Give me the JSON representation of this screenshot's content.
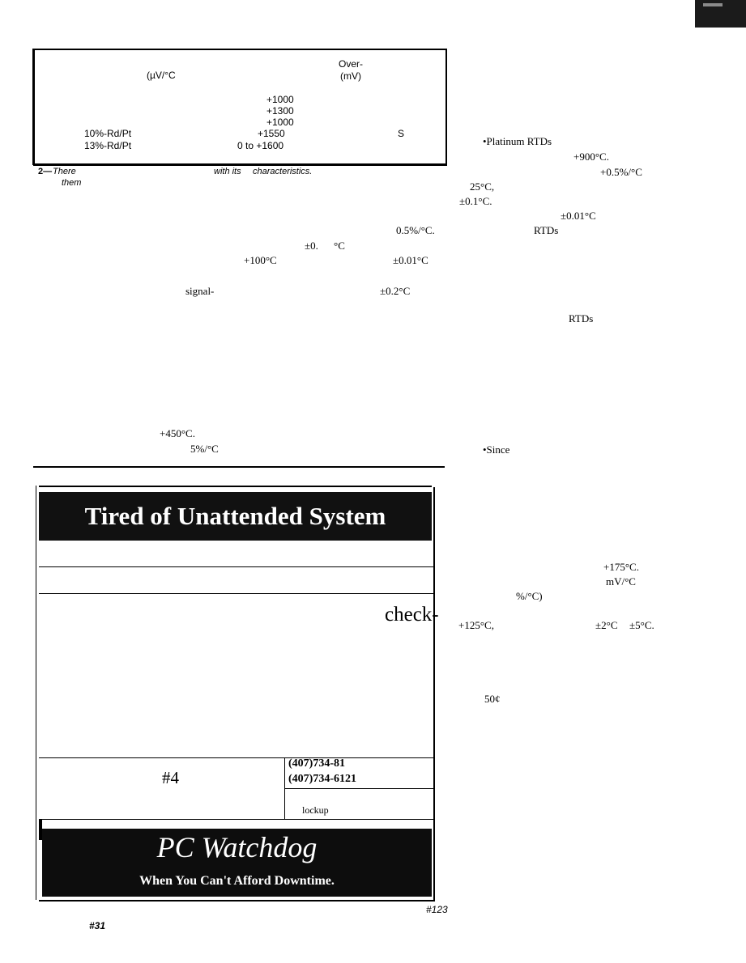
{
  "table": {
    "header_overvoltage": "Over-",
    "header_uv": "(µV/°C",
    "header_mv": "(mV)",
    "range_values": [
      "+1000",
      "+1300",
      "+1000",
      "+1550",
      "0 to +1600"
    ],
    "row_names": [
      "10%-Rd/Pt",
      "13%-Rd/Pt"
    ],
    "type_letter": "S"
  },
  "caption": {
    "prefix": "2—",
    "words": [
      "There",
      "with its",
      "characteristics.",
      "them"
    ]
  },
  "left_text": {
    "pct": "0.5%/°C.",
    "acc1": "±0.",
    "deg": "°C",
    "temp1": "+100°C",
    "acc2": "±0.01°C",
    "signal": "signal-",
    "acc3": "±0.2°C",
    "temp2": "+450°C.",
    "pct2": "5%/°C"
  },
  "right_text": {
    "bullet1": "•Platinum RTDs",
    "temp1": "+900°C.",
    "pct1": "+0.5%/°C",
    "temp25": "25°C,",
    "acc1": "±0.1°C.",
    "acc2": "±0.01°C",
    "rtds1": "RTDs",
    "rtds2": "RTDs",
    "bullet2": "•Since",
    "temp175": "+175°C.",
    "mvc": "mV/°C",
    "pctc": "%/°C)",
    "temp125": "+125°C,",
    "acc3": "±2°C",
    "acc4": "±5°C.",
    "cents": "50¢"
  },
  "ad": {
    "headline": "Tired of Unattended System Lockup?",
    "check": "check-",
    "phone1": "(407)734-81",
    "phone2": "(407)734-6121",
    "hash4": "#4",
    "lockup": "lockup",
    "product": "PC Watchdog",
    "tagline": "When You Can't Afford Downtime."
  },
  "footer": {
    "left_ref": "#31",
    "right_ref": "#123"
  }
}
